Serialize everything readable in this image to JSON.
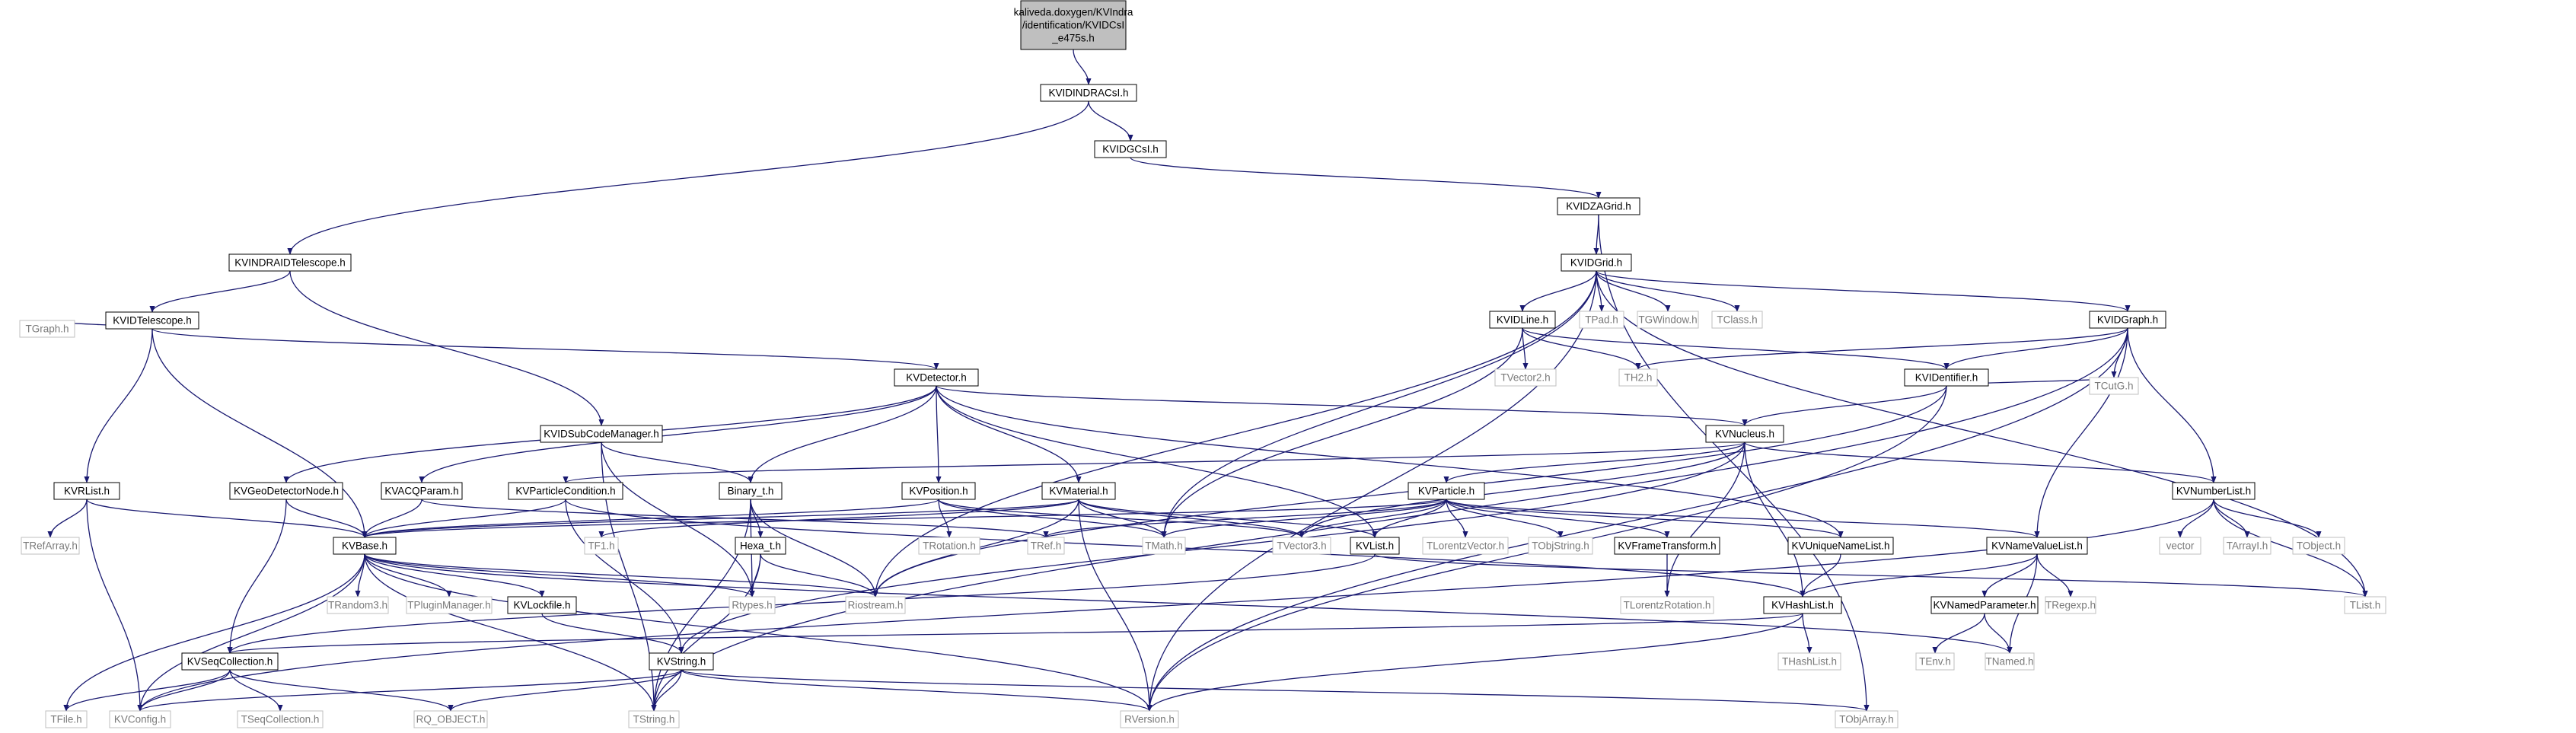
{
  "title": "kaliveda.doxygen/KVIndra/identification/KVIDCsI_e475s.h",
  "colors": {
    "edge": "#191970",
    "internal_border": "#000000",
    "external_border": "#bfbfbf",
    "root_fill": "#bfbfbf",
    "background": "#ffffff"
  },
  "nodes": [
    {
      "id": "root",
      "label": "kaliveda.doxygen/KVIndra\n/identification/KVIDCsI\n_e475s.h",
      "kind": "root"
    },
    {
      "id": "KVIDINDRACsI",
      "label": "KVIDINDRACsI.h",
      "kind": "int"
    },
    {
      "id": "KVIDGCsI",
      "label": "KVIDGCsI.h",
      "kind": "int"
    },
    {
      "id": "KVIDZAGrid",
      "label": "KVIDZAGrid.h",
      "kind": "int"
    },
    {
      "id": "KVINDRAIDTelescope",
      "label": "KVINDRAIDTelescope.h",
      "kind": "int"
    },
    {
      "id": "KVIDGrid",
      "label": "KVIDGrid.h",
      "kind": "int"
    },
    {
      "id": "KVIDTelescope",
      "label": "KVIDTelescope.h",
      "kind": "int"
    },
    {
      "id": "TGraph",
      "label": "TGraph.h",
      "kind": "ext"
    },
    {
      "id": "KVDetector",
      "label": "KVDetector.h",
      "kind": "int"
    },
    {
      "id": "KVIDLine",
      "label": "KVIDLine.h",
      "kind": "int"
    },
    {
      "id": "TPad",
      "label": "TPad.h",
      "kind": "ext"
    },
    {
      "id": "TGWindow",
      "label": "TGWindow.h",
      "kind": "ext"
    },
    {
      "id": "TClass",
      "label": "TClass.h",
      "kind": "ext"
    },
    {
      "id": "KVIDGraph",
      "label": "KVIDGraph.h",
      "kind": "int"
    },
    {
      "id": "TVector2",
      "label": "TVector2.h",
      "kind": "ext"
    },
    {
      "id": "TH2",
      "label": "TH2.h",
      "kind": "ext"
    },
    {
      "id": "KVIDentifier",
      "label": "KVIDentifier.h",
      "kind": "int"
    },
    {
      "id": "TCutG",
      "label": "TCutG.h",
      "kind": "ext"
    },
    {
      "id": "KVIDSubCodeManager",
      "label": "KVIDSubCodeManager.h",
      "kind": "int"
    },
    {
      "id": "KVNucleus",
      "label": "KVNucleus.h",
      "kind": "int"
    },
    {
      "id": "KVRList",
      "label": "KVRList.h",
      "kind": "int"
    },
    {
      "id": "KVGeoDetectorNode",
      "label": "KVGeoDetectorNode.h",
      "kind": "int"
    },
    {
      "id": "KVACQParam",
      "label": "KVACQParam.h",
      "kind": "int"
    },
    {
      "id": "KVParticleCondition",
      "label": "KVParticleCondition.h",
      "kind": "int"
    },
    {
      "id": "Binary_t",
      "label": "Binary_t.h",
      "kind": "int"
    },
    {
      "id": "KVPosition",
      "label": "KVPosition.h",
      "kind": "int"
    },
    {
      "id": "KVMaterial",
      "label": "KVMaterial.h",
      "kind": "int"
    },
    {
      "id": "KVParticle",
      "label": "KVParticle.h",
      "kind": "int"
    },
    {
      "id": "KVNumberList",
      "label": "KVNumberList.h",
      "kind": "int"
    },
    {
      "id": "TRefArray",
      "label": "TRefArray.h",
      "kind": "ext"
    },
    {
      "id": "KVBase",
      "label": "KVBase.h",
      "kind": "int"
    },
    {
      "id": "TF1",
      "label": "TF1.h",
      "kind": "ext"
    },
    {
      "id": "Hexa_t",
      "label": "Hexa_t.h",
      "kind": "int"
    },
    {
      "id": "TRotation",
      "label": "TRotation.h",
      "kind": "ext"
    },
    {
      "id": "TRef",
      "label": "TRef.h",
      "kind": "ext"
    },
    {
      "id": "TMath",
      "label": "TMath.h",
      "kind": "ext"
    },
    {
      "id": "TVector3",
      "label": "TVector3.h",
      "kind": "ext"
    },
    {
      "id": "KVList",
      "label": "KVList.h",
      "kind": "int"
    },
    {
      "id": "TLorentzVector",
      "label": "TLorentzVector.h",
      "kind": "ext"
    },
    {
      "id": "TObjString",
      "label": "TObjString.h",
      "kind": "ext"
    },
    {
      "id": "KVFrameTransform",
      "label": "KVFrameTransform.h",
      "kind": "int"
    },
    {
      "id": "KVUniqueNameList",
      "label": "KVUniqueNameList.h",
      "kind": "int"
    },
    {
      "id": "KVNameValueList",
      "label": "KVNameValueList.h",
      "kind": "int"
    },
    {
      "id": "vector",
      "label": "vector",
      "kind": "ext"
    },
    {
      "id": "TArrayI",
      "label": "TArrayI.h",
      "kind": "ext"
    },
    {
      "id": "TObject",
      "label": "TObject.h",
      "kind": "ext"
    },
    {
      "id": "TList",
      "label": "TList.h",
      "kind": "ext"
    },
    {
      "id": "TRandom3",
      "label": "TRandom3.h",
      "kind": "ext"
    },
    {
      "id": "TPluginManager",
      "label": "TPluginManager.h",
      "kind": "ext"
    },
    {
      "id": "KVLockfile",
      "label": "KVLockfile.h",
      "kind": "int"
    },
    {
      "id": "Rtypes",
      "label": "Rtypes.h",
      "kind": "ext"
    },
    {
      "id": "Riostream",
      "label": "Riostream.h",
      "kind": "ext"
    },
    {
      "id": "TLorentzRotation",
      "label": "TLorentzRotation.h",
      "kind": "ext"
    },
    {
      "id": "KVHashList",
      "label": "KVHashList.h",
      "kind": "int"
    },
    {
      "id": "KVNamedParameter",
      "label": "KVNamedParameter.h",
      "kind": "int"
    },
    {
      "id": "TRegexp",
      "label": "TRegexp.h",
      "kind": "ext"
    },
    {
      "id": "KVSeqCollection",
      "label": "KVSeqCollection.h",
      "kind": "int"
    },
    {
      "id": "KVString",
      "label": "KVString.h",
      "kind": "int"
    },
    {
      "id": "THashList",
      "label": "THashList.h",
      "kind": "ext"
    },
    {
      "id": "TEnv",
      "label": "TEnv.h",
      "kind": "ext"
    },
    {
      "id": "TNamed",
      "label": "TNamed.h",
      "kind": "ext"
    },
    {
      "id": "TFile",
      "label": "TFile.h",
      "kind": "ext"
    },
    {
      "id": "KVConfig",
      "label": "KVConfig.h",
      "kind": "ext"
    },
    {
      "id": "TSeqCollection",
      "label": "TSeqCollection.h",
      "kind": "ext"
    },
    {
      "id": "RQ_OBJECT",
      "label": "RQ_OBJECT.h",
      "kind": "ext"
    },
    {
      "id": "TString",
      "label": "TString.h",
      "kind": "ext"
    },
    {
      "id": "RVersion",
      "label": "RVersion.h",
      "kind": "ext"
    },
    {
      "id": "TObjArray",
      "label": "TObjArray.h",
      "kind": "ext"
    }
  ],
  "edges": [
    [
      "root",
      "KVIDINDRACsI"
    ],
    [
      "KVIDINDRACsI",
      "KVIDGCsI"
    ],
    [
      "KVIDINDRACsI",
      "KVINDRAIDTelescope"
    ],
    [
      "KVIDGCsI",
      "KVIDZAGrid"
    ],
    [
      "KVIDZAGrid",
      "KVIDGrid"
    ],
    [
      "KVIDZAGrid",
      "TObjArray"
    ],
    [
      "KVIDGrid",
      "KVIDLine"
    ],
    [
      "KVIDGrid",
      "TPad"
    ],
    [
      "KVIDGrid",
      "TGWindow"
    ],
    [
      "KVIDGrid",
      "TClass"
    ],
    [
      "KVIDGrid",
      "KVIDGraph"
    ],
    [
      "KVIDGrid",
      "TMath"
    ],
    [
      "KVIDGrid",
      "Riostream"
    ],
    [
      "KVIDGrid",
      "TList"
    ],
    [
      "KVIDGrid",
      "RVersion"
    ],
    [
      "KVIDLine",
      "TVector2"
    ],
    [
      "KVIDLine",
      "TH2"
    ],
    [
      "KVIDLine",
      "KVIDentifier"
    ],
    [
      "KVIDLine",
      "TMath"
    ],
    [
      "KVIDGraph",
      "TH2"
    ],
    [
      "KVIDGraph",
      "KVIDentifier"
    ],
    [
      "KVIDGraph",
      "TCutG"
    ],
    [
      "KVIDGraph",
      "KVNumberList"
    ],
    [
      "KVIDGraph",
      "KVNameValueList"
    ],
    [
      "KVIDGraph",
      "RVersion"
    ],
    [
      "KVIDGraph",
      "TString"
    ],
    [
      "KVIDentifier",
      "TCutG"
    ],
    [
      "KVIDentifier",
      "KVNucleus"
    ],
    [
      "KVIDentifier",
      "Riostream"
    ],
    [
      "KVIDentifier",
      "RVersion"
    ],
    [
      "KVINDRAIDTelescope",
      "KVIDTelescope"
    ],
    [
      "KVINDRAIDTelescope",
      "KVIDSubCodeManager"
    ],
    [
      "KVIDTelescope",
      "TGraph"
    ],
    [
      "KVIDTelescope",
      "KVDetector"
    ],
    [
      "KVIDTelescope",
      "KVRList"
    ],
    [
      "KVIDTelescope",
      "KVBase"
    ],
    [
      "KVDetector",
      "KVGeoDetectorNode"
    ],
    [
      "KVDetector",
      "KVACQParam"
    ],
    [
      "KVDetector",
      "Binary_t"
    ],
    [
      "KVDetector",
      "KVPosition"
    ],
    [
      "KVDetector",
      "KVMaterial"
    ],
    [
      "KVDetector",
      "KVNucleus"
    ],
    [
      "KVDetector",
      "KVList"
    ],
    [
      "KVDetector",
      "KVUniqueNameList"
    ],
    [
      "KVIDSubCodeManager",
      "Binary_t"
    ],
    [
      "KVIDSubCodeManager",
      "Rtypes"
    ],
    [
      "KVIDSubCodeManager",
      "TString"
    ],
    [
      "KVNucleus",
      "KVParticleCondition"
    ],
    [
      "KVNucleus",
      "KVParticle"
    ],
    [
      "KVNucleus",
      "KVNumberList"
    ],
    [
      "KVNucleus",
      "TVector3"
    ],
    [
      "KVNucleus",
      "TLorentzRotation"
    ],
    [
      "KVNucleus",
      "KVString"
    ],
    [
      "KVNucleus",
      "KVHashList"
    ],
    [
      "KVRList",
      "TRefArray"
    ],
    [
      "KVRList",
      "KVBase"
    ],
    [
      "KVRList",
      "KVConfig"
    ],
    [
      "KVGeoDetectorNode",
      "KVBase"
    ],
    [
      "KVGeoDetectorNode",
      "KVSeqCollection"
    ],
    [
      "KVACQParam",
      "KVBase"
    ],
    [
      "KVACQParam",
      "TRef"
    ],
    [
      "KVParticleCondition",
      "KVBase"
    ],
    [
      "KVParticleCondition",
      "KVString"
    ],
    [
      "KVParticleCondition",
      "KVHashList"
    ],
    [
      "Binary_t",
      "Hexa_t"
    ],
    [
      "Binary_t",
      "Riostream"
    ],
    [
      "Binary_t",
      "Rtypes"
    ],
    [
      "Binary_t",
      "TString"
    ],
    [
      "KVPosition",
      "TRotation"
    ],
    [
      "KVPosition",
      "KVBase"
    ],
    [
      "KVPosition",
      "TMath"
    ],
    [
      "KVPosition",
      "TVector3"
    ],
    [
      "KVMaterial",
      "KVBase"
    ],
    [
      "KVMaterial",
      "TF1"
    ],
    [
      "KVMaterial",
      "TMath"
    ],
    [
      "KVMaterial",
      "TVector3"
    ],
    [
      "KVMaterial",
      "KVList"
    ],
    [
      "KVMaterial",
      "Riostream"
    ],
    [
      "KVMaterial",
      "RVersion"
    ],
    [
      "KVParticle",
      "KVBase"
    ],
    [
      "KVParticle",
      "TMath"
    ],
    [
      "KVParticle",
      "TVector3"
    ],
    [
      "KVParticle",
      "KVList"
    ],
    [
      "KVParticle",
      "TLorentzVector"
    ],
    [
      "KVParticle",
      "TObjString"
    ],
    [
      "KVParticle",
      "KVFrameTransform"
    ],
    [
      "KVParticle",
      "KVUniqueNameList"
    ],
    [
      "KVParticle",
      "KVNameValueList"
    ],
    [
      "KVParticle",
      "TRef"
    ],
    [
      "KVNumberList",
      "vector"
    ],
    [
      "KVNumberList",
      "TArrayI"
    ],
    [
      "KVNumberList",
      "TObject"
    ],
    [
      "KVNumberList",
      "TList"
    ],
    [
      "KVNumberList",
      "KVConfig"
    ],
    [
      "KVBase",
      "TRandom3"
    ],
    [
      "KVBase",
      "TPluginManager"
    ],
    [
      "KVBase",
      "KVLockfile"
    ],
    [
      "KVBase",
      "Rtypes"
    ],
    [
      "KVBase",
      "Riostream"
    ],
    [
      "KVBase",
      "TNamed"
    ],
    [
      "KVBase",
      "TFile"
    ],
    [
      "KVBase",
      "KVConfig"
    ],
    [
      "KVBase",
      "TString"
    ],
    [
      "KVBase",
      "RVersion"
    ],
    [
      "Hexa_t",
      "Rtypes"
    ],
    [
      "Hexa_t",
      "Riostream"
    ],
    [
      "Hexa_t",
      "TString"
    ],
    [
      "KVList",
      "TList"
    ],
    [
      "KVList",
      "KVSeqCollection"
    ],
    [
      "KVFrameTransform",
      "TLorentzRotation"
    ],
    [
      "KVUniqueNameList",
      "KVHashList"
    ],
    [
      "KVNameValueList",
      "KVNamedParameter"
    ],
    [
      "KVNameValueList",
      "TRegexp"
    ],
    [
      "KVNameValueList",
      "KVHashList"
    ],
    [
      "KVNameValueList",
      "TNamed"
    ],
    [
      "KVLockfile",
      "KVString"
    ],
    [
      "KVHashList",
      "THashList"
    ],
    [
      "KVHashList",
      "KVSeqCollection"
    ],
    [
      "KVHashList",
      "RVersion"
    ],
    [
      "KVNamedParameter",
      "TEnv"
    ],
    [
      "KVNamedParameter",
      "TNamed"
    ],
    [
      "KVSeqCollection",
      "TFile"
    ],
    [
      "KVSeqCollection",
      "KVConfig"
    ],
    [
      "KVSeqCollection",
      "TSeqCollection"
    ],
    [
      "KVSeqCollection",
      "RQ_OBJECT"
    ],
    [
      "KVString",
      "KVConfig"
    ],
    [
      "KVString",
      "RQ_OBJECT"
    ],
    [
      "KVString",
      "TString"
    ],
    [
      "KVString",
      "RVersion"
    ],
    [
      "KVString",
      "TObjArray"
    ]
  ]
}
